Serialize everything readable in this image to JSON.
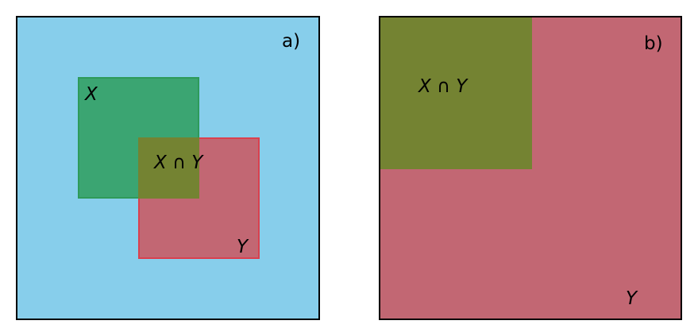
{
  "panel_a": {
    "label": "a)",
    "set_x_label": "X",
    "set_y_label": "Y",
    "intersection_label": "X ∩ Y"
  },
  "panel_b": {
    "label": "b)",
    "set_y_label": "Y",
    "intersection_label": "X ∩ Y"
  },
  "colors": {
    "universe": "#87ceeb",
    "set_x": "#3ba572",
    "set_x_border": "#2e9a5a",
    "set_y": "#c26773",
    "set_y_border": "#d9404e",
    "intersection": "#748332",
    "outline": "#000000"
  }
}
